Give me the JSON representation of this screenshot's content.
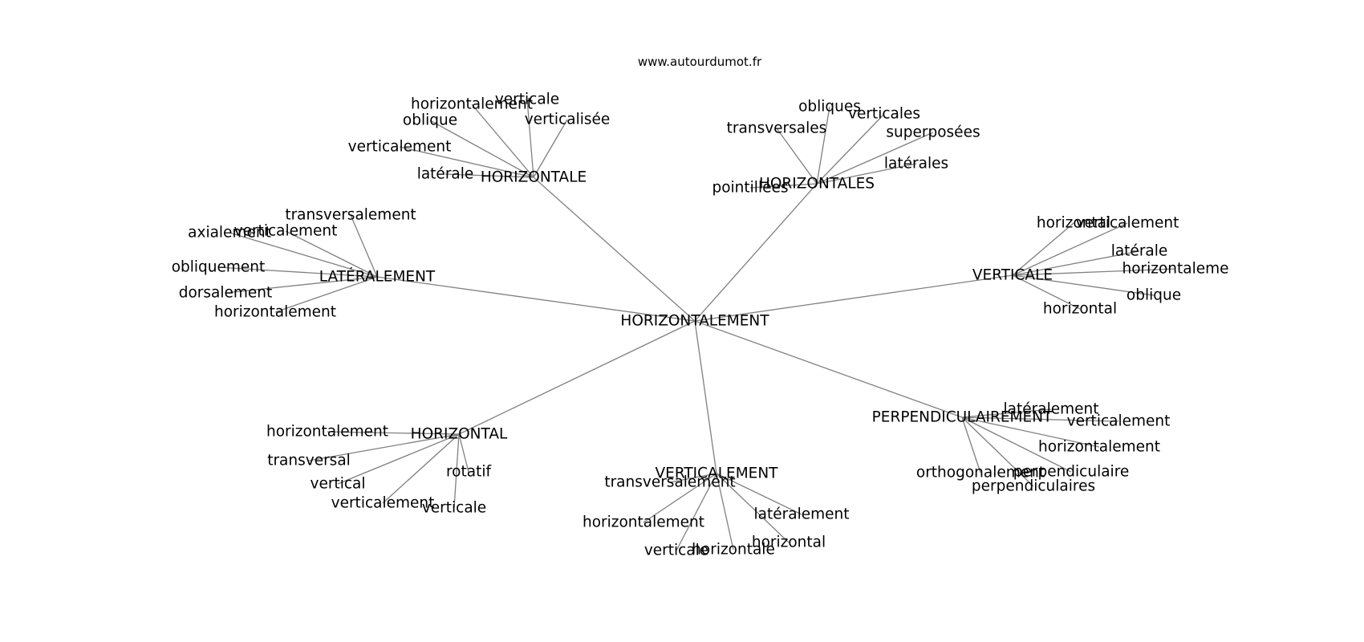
{
  "source": "www.autourdumot.fr",
  "center": "HORIZONTALEMENT",
  "colors": {
    "edge": "#808080",
    "text": "#000000",
    "background": "#ffffff"
  },
  "hubs": [
    {
      "label": "HORIZONTALE",
      "children": [
        "horizontalement",
        "verticale",
        "oblique",
        "verticalisée",
        "verticalement",
        "latérale"
      ]
    },
    {
      "label": "HORIZONTALES",
      "children": [
        "obliques",
        "verticales",
        "transversales",
        "superposées",
        "latérales",
        "pointillées"
      ]
    },
    {
      "label": "LATÉRALEMENT",
      "children": [
        "transversalement",
        "axialement",
        "verticalement",
        "obliquement",
        "dorsalement",
        "horizontalement"
      ]
    },
    {
      "label": "VERTICALE",
      "children": [
        "horizontal",
        "verticalement",
        "latérale",
        "horizontaleme",
        "oblique",
        "horizontal"
      ]
    },
    {
      "label": "HORIZONTAL",
      "children": [
        "horizontalement",
        "transversal",
        "rotatif",
        "vertical",
        "verticalement",
        "verticale"
      ]
    },
    {
      "label": "VERTICALEMENT",
      "children": [
        "transversalement",
        "latéralement",
        "horizontalement",
        "horizontal",
        "verticale",
        "horizontale"
      ]
    },
    {
      "label": "PERPENDICULAIREMENT",
      "children": [
        "latéralement",
        "verticalement",
        "horizontalement",
        "orthogonalement",
        "perpendiculaire",
        "perpendiculaires"
      ]
    }
  ]
}
